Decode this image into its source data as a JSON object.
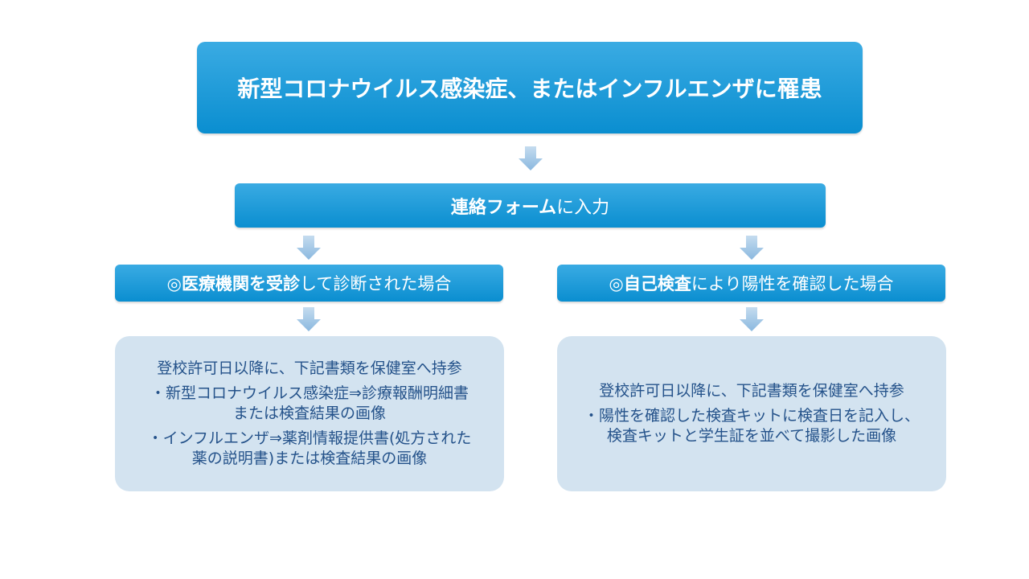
{
  "title": "新型コロナウイルス感染症、またはインフルエンザに罹患",
  "step2": {
    "bold": "連絡フォーム",
    "normal": "に入力"
  },
  "left": {
    "header_bold": "◎医療機関を受診",
    "header_normal": "して診断された場合",
    "lines": [
      "登校許可日以降に、下記書類を保健室へ持参",
      "・新型コロナウイルス感染症⇒診療報酬明細書\nまたは検査結果の画像",
      "・インフルエンザ⇒薬剤情報提供書(処方された\n薬の説明書)または検査結果の画像"
    ]
  },
  "right": {
    "header_bold": "◎自己検査",
    "header_normal": "により陽性を確認した場合",
    "lines": [
      "登校許可日以降に、下記書類を保健室へ持参",
      "・陽性を確認した検査キットに検査日を記入し、\n検査キットと学生証を並べて撮影した画像"
    ]
  }
}
